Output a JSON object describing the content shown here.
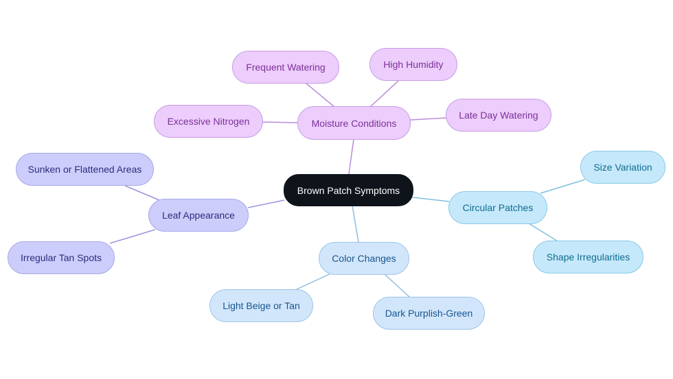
{
  "diagram": {
    "root": "Brown Patch Symptoms",
    "branches": [
      {
        "label": "Moisture Conditions",
        "color": "#b98ad9",
        "children": [
          "Frequent Watering",
          "High Humidity",
          "Excessive Nitrogen",
          "Late Day Watering"
        ]
      },
      {
        "label": "Leaf Appearance",
        "color": "#9a94dd",
        "children": [
          "Sunken or Flattened Areas",
          "Irregular Tan Spots"
        ]
      },
      {
        "label": "Color Changes",
        "color": "#8fbde0",
        "children": [
          "Light Beige or Tan",
          "Dark Purplish-Green"
        ]
      },
      {
        "label": "Circular Patches",
        "color": "#7ebfdc",
        "children": [
          "Size Variation",
          "Shape Irregularities"
        ]
      }
    ]
  }
}
